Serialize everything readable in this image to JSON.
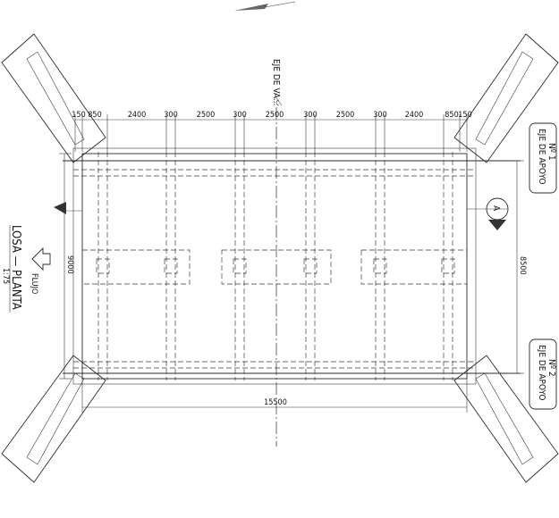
{
  "dimensions": {
    "top": [
      "150",
      "850",
      "2400",
      "300",
      "2500",
      "300",
      "2500",
      "300",
      "2500",
      "300",
      "2400",
      "850",
      "150"
    ],
    "bottom": "15500",
    "right": "8500",
    "left": "9000"
  },
  "labels": {
    "axis_top": "EJE DE VA...",
    "support_1": "EJE DE APOYO",
    "support_1_num": "Nº 1",
    "support_2": "EJE DE APOYO",
    "support_2_num": "Nº 2",
    "section_marker": "A",
    "flow": "FLUJO",
    "title": "LOSA — PLANTA",
    "scale": "1:75"
  }
}
